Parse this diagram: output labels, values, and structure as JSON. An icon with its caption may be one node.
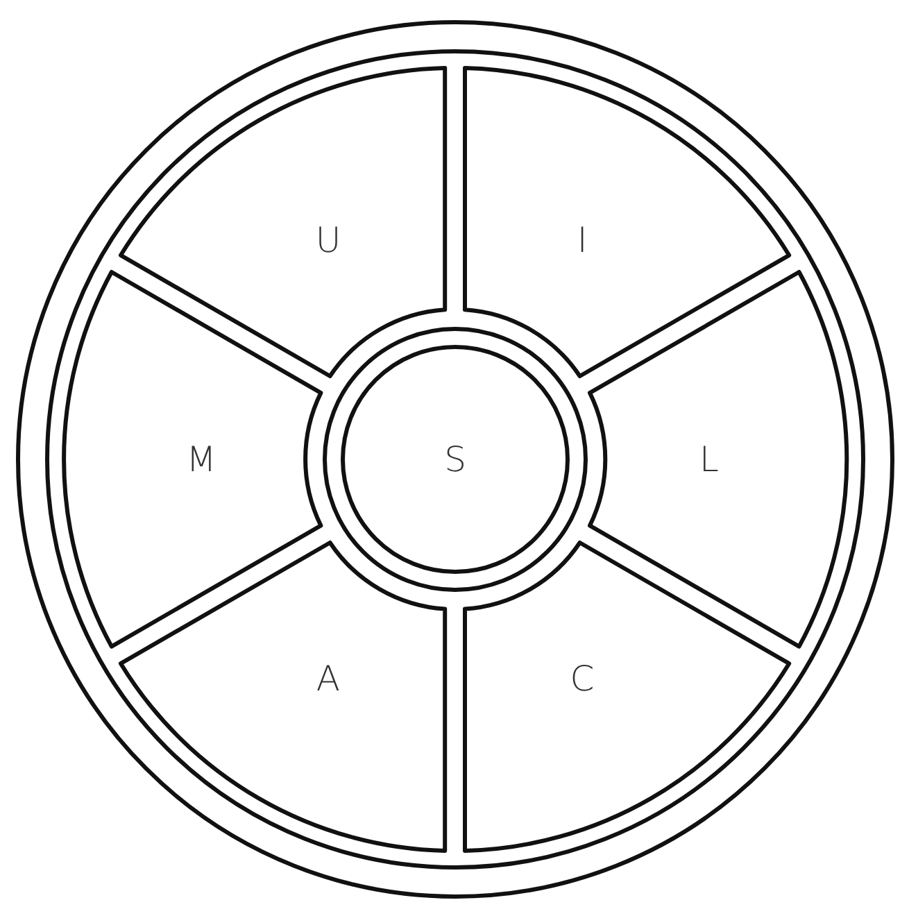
{
  "diagram": {
    "nodes": [
      {
        "text": [],
        "shape": "circle"
      },
      {
        "text": [
          "U"
        ],
        "in": 0
      },
      {
        "text": [
          "I"
        ],
        "in": 0
      },
      {
        "text": [
          "M"
        ],
        "in": 0
      },
      {
        "text": [
          "S"
        ],
        "in": 0
      },
      {
        "text": [
          "L"
        ],
        "in": 0
      },
      {
        "text": [
          "A"
        ],
        "in": 0
      },
      {
        "text": [
          "C"
        ],
        "in": 0
      }
    ]
  }
}
